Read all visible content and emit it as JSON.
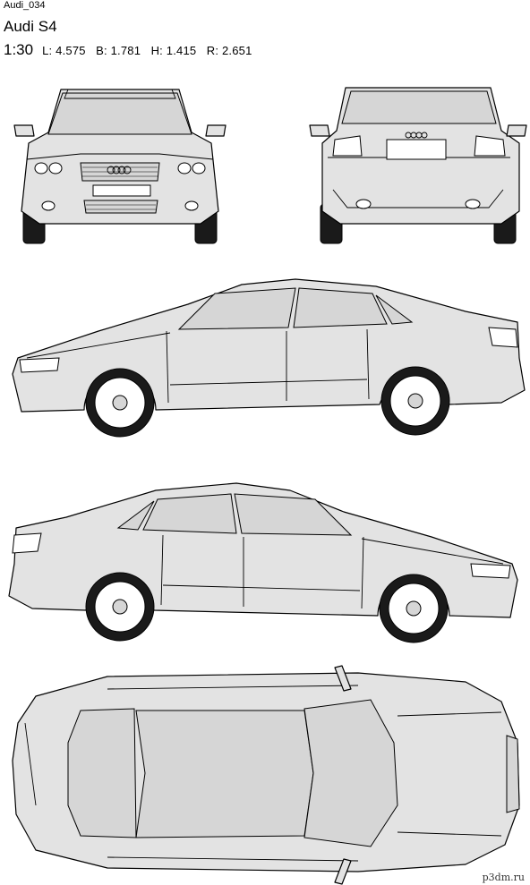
{
  "header": {
    "code": "Audi_034",
    "model": "Audi S4",
    "scale": "1:30",
    "dimensions": "L: 4.575   B: 1.781   H: 1.415   R: 2.651"
  },
  "views": [
    "front-view",
    "rear-view",
    "side-view-left",
    "side-view-right",
    "top-view"
  ],
  "watermark": "p3dm.ru"
}
